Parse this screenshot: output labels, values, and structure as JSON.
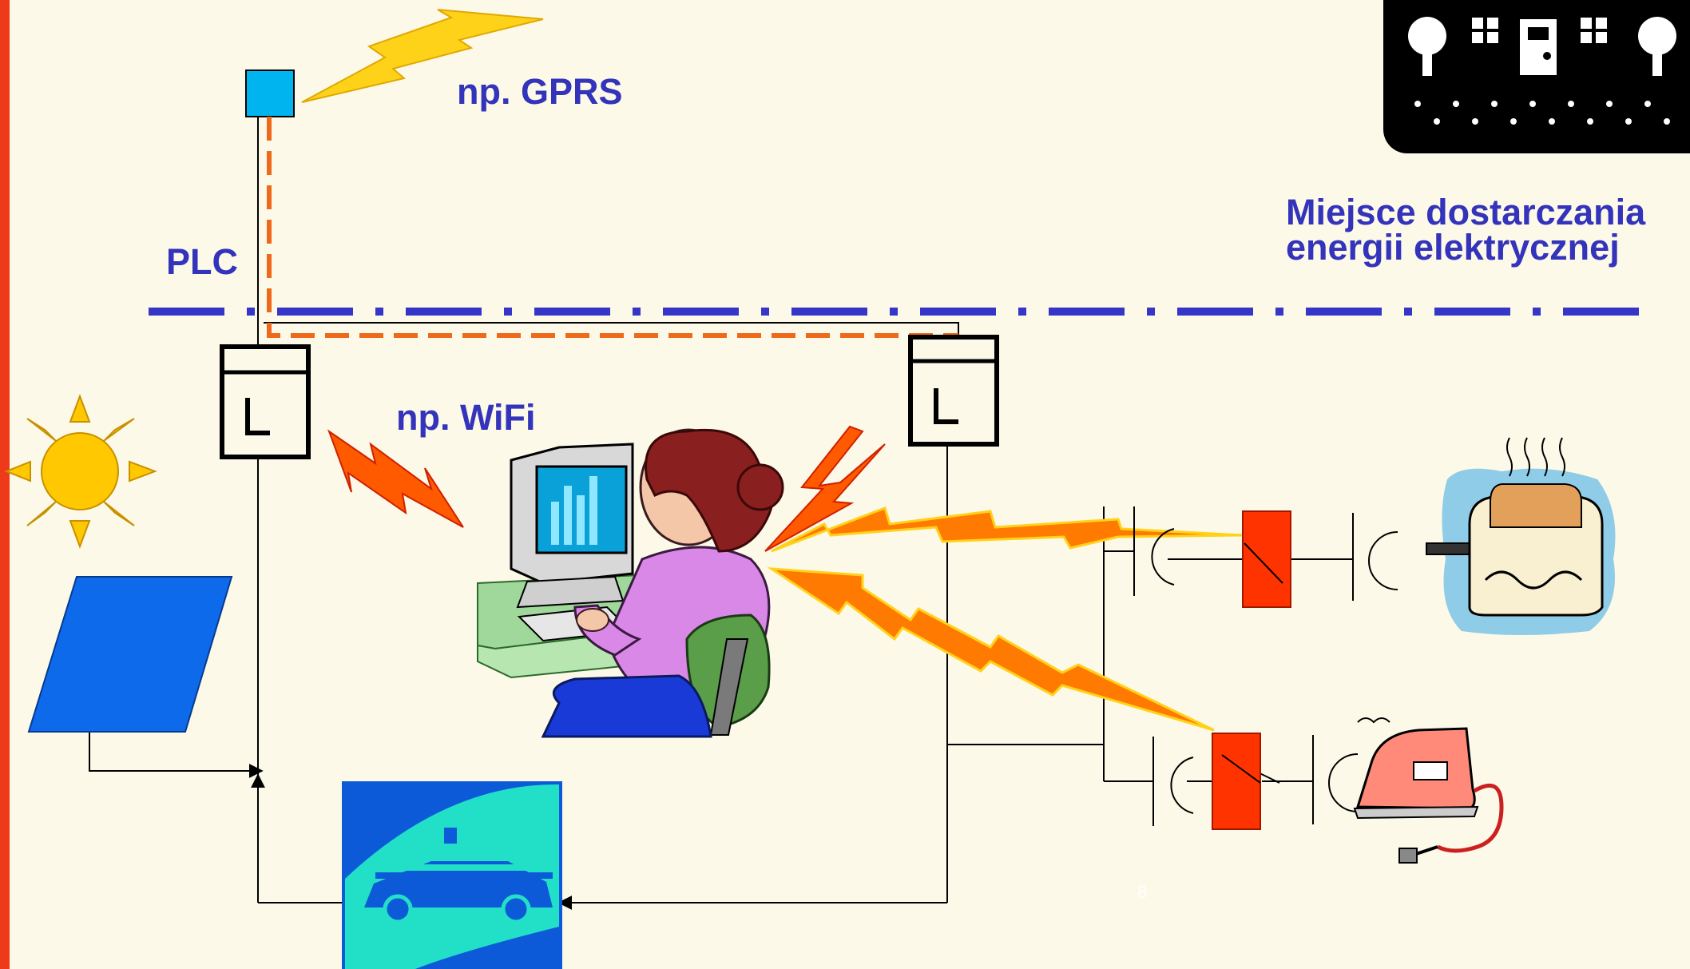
{
  "labels": {
    "gprs": "np. GPRS",
    "plc": "PLC",
    "wifi": "np. WiFi",
    "delivery_point_line1": "Miejsce dostarczania",
    "delivery_point_line2": "energii  elektrycznej",
    "page_number": "8"
  },
  "colors": {
    "background": "#fcf9e8",
    "label_text": "#3333bb",
    "boundary_dashdot": "#3535c8",
    "comm_dashed": "#ee6a1a",
    "left_edge": "#ee3a1a",
    "relay": "#ff3300",
    "modem": "#00b4f0",
    "pv_panel": "#0d6aeb",
    "ev_tile": "#0c5ad8",
    "lightning_orange": "#ff7a00",
    "lightning_yellow": "#ffd21a"
  },
  "icons": [
    "sun-icon",
    "solar-panel-icon",
    "ev-charging-tile-icon",
    "user-at-computer-icon",
    "house-icon",
    "toaster-icon",
    "iron-icon",
    "radio-link-icon",
    "smart-meter-icon",
    "smart-plug-relay-icon",
    "socket-icon"
  ]
}
